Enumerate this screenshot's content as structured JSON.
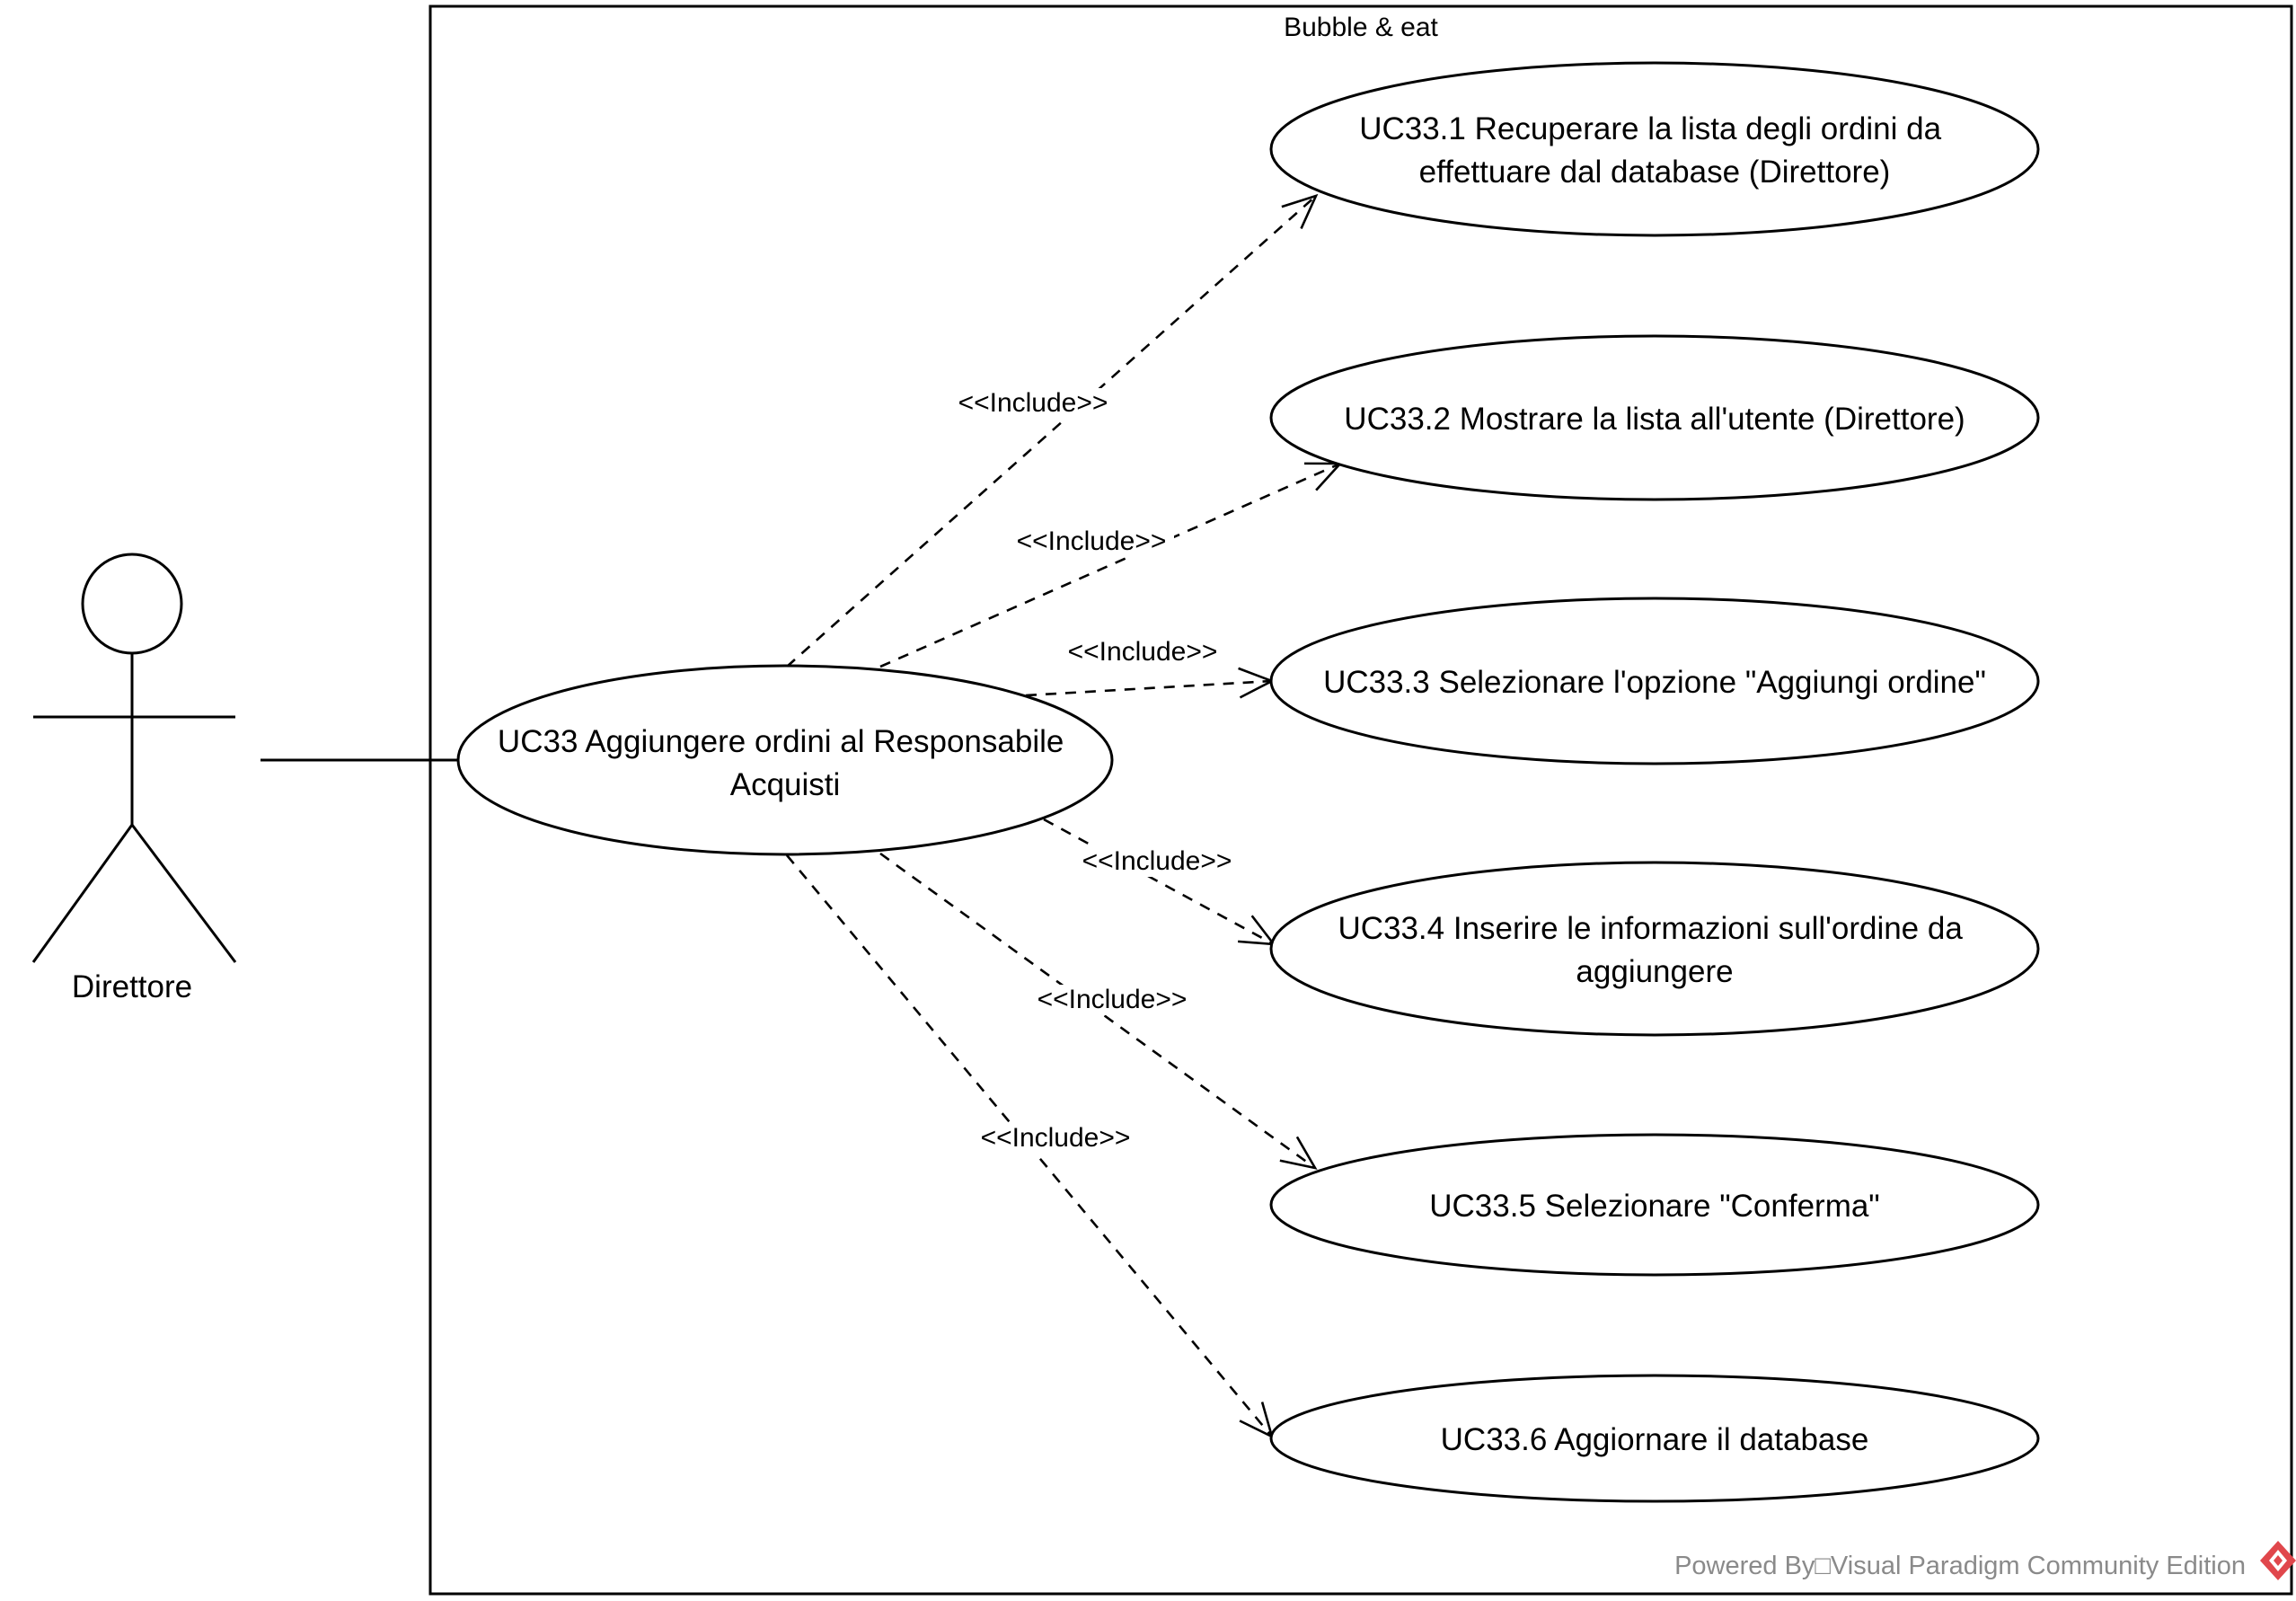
{
  "system": {
    "title": "Bubble & eat"
  },
  "actor": {
    "name": "Direttore"
  },
  "main_use_case": {
    "lines": [
      "UC33 Aggiungere ordini al Responsabile",
      "Acquisti"
    ]
  },
  "use_cases": [
    {
      "id": "UC33.1",
      "lines": [
        "UC33.1 Recuperare la lista degli ordini da",
        "effettuare dal database (Direttore)"
      ]
    },
    {
      "id": "UC33.2",
      "lines": [
        "UC33.2 Mostrare la lista all'utente (Direttore)"
      ]
    },
    {
      "id": "UC33.3",
      "lines": [
        "UC33.3 Selezionare l'opzione \"Aggiungi ordine\""
      ]
    },
    {
      "id": "UC33.4",
      "lines": [
        "UC33.4 Inserire le informazioni sull'ordine da",
        "aggiungere"
      ]
    },
    {
      "id": "UC33.5",
      "lines": [
        "UC33.5 Selezionare \"Conferma\""
      ]
    },
    {
      "id": "UC33.6",
      "lines": [
        "UC33.6 Aggiornare il database"
      ]
    }
  ],
  "relations": {
    "include_label": "<<Include>>"
  },
  "footer": {
    "text": "Powered By□Visual Paradigm Community Edition"
  }
}
